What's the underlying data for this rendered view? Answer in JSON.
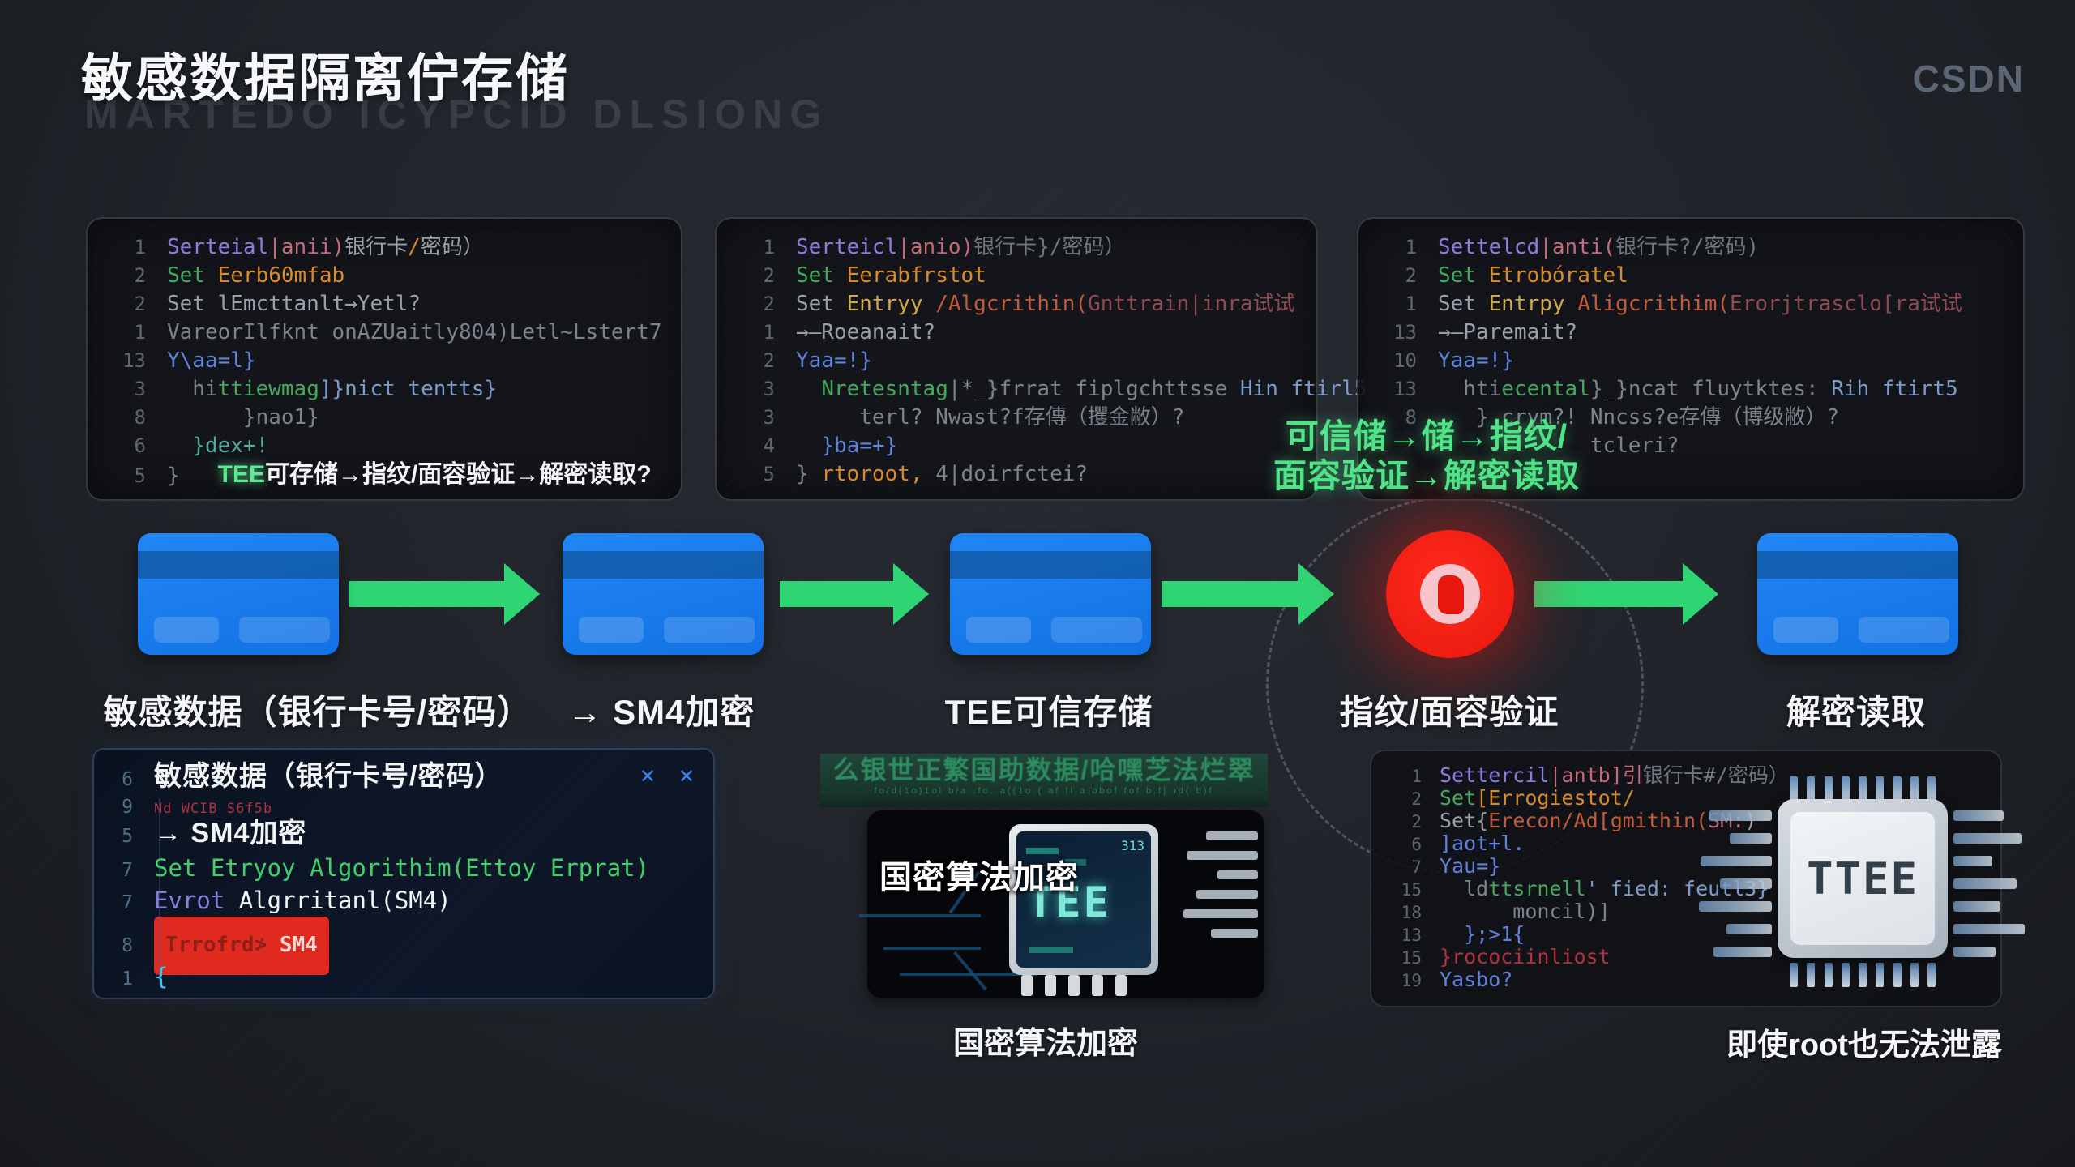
{
  "colors": {
    "accent_green": "#4fe387",
    "arrow": "#2fd573",
    "card": "#1b7df2",
    "card_stripe": "#0f5aa8",
    "alert_red": "#e8170d",
    "title": "#f5f7f9",
    "logo": "#5b6573"
  },
  "palette": {
    "purple": "#8b7de0",
    "pink": "#c56a7a",
    "gray": "#9aa1a9",
    "faint": "#6f767e",
    "dim": "#7c838b",
    "green": "#43a95c",
    "orange": "#d98a2b",
    "yellow": "#cfa84a",
    "redorange": "#c25b3a",
    "darkred": "#8d4a52",
    "blue": "#5f84d8",
    "steel": "#7d9cc9",
    "teal": "#4fae9a",
    "brightgreen": "#5ee993",
    "white": "#f2f4f6",
    "red": "#b03040",
    "cyan": "#3fc6ea",
    "codegreen": "#3fd06a",
    "maroon": "#8d1f16"
  },
  "header": {
    "title": "敏感数据隔离佇存储",
    "watermark": "MARTEDO ICYPCID DLSIONG",
    "logo": "CSDN"
  },
  "annotation": {
    "line1": "可信储→储→指纹/",
    "line2": "面容验证→解密读取"
  },
  "flow": {
    "steps": [
      "敏感数据（银行卡号/密码）",
      "→ SM4加密",
      "TEE可信存储",
      "指纹/面容验证",
      "解密读取"
    ]
  },
  "code_panels": {
    "p1": [
      {
        "n": "1",
        "s": [
          [
            "Serteial",
            "purple"
          ],
          [
            "|anii)",
            "pink"
          ],
          [
            "银行卡",
            "gray"
          ],
          [
            "/",
            "orange"
          ],
          [
            "密码）",
            "gray"
          ]
        ]
      },
      {
        "n": "2",
        "s": [
          [
            "Set ",
            "green"
          ],
          [
            "Eerb60mfab",
            "orange"
          ]
        ]
      },
      {
        "n": "2",
        "s": [
          [
            "Set lEmcttanlt→Yetl?",
            "gray"
          ]
        ]
      },
      {
        "n": "1",
        "s": [
          [
            "VareorIlfknt onAZUaitly804)Letl~Lstert7",
            "dim"
          ]
        ]
      },
      {
        "n": "13",
        "s": [
          [
            "Y\\aa=l}",
            "blue"
          ]
        ]
      },
      {
        "n": "3",
        "s": [
          [
            "  hi",
            "dim"
          ],
          [
            "ttiewmag",
            "green"
          ],
          [
            "]}nict tentts}",
            "steel"
          ]
        ]
      },
      {
        "n": "8",
        "s": [
          [
            "      }nao1}",
            "dim"
          ]
        ]
      },
      {
        "n": "6",
        "s": [
          [
            "  }dex+!",
            "teal"
          ]
        ]
      },
      {
        "n": "5",
        "s": [
          [
            "}   ",
            "dim"
          ],
          [
            "TEE",
            "brightgreen",
            "glow"
          ],
          [
            "可存储→指纹/面容验证→解密读取?",
            "white",
            "b2"
          ]
        ]
      }
    ],
    "p2": [
      {
        "n": "1",
        "s": [
          [
            "Serteicl",
            "purple"
          ],
          [
            "|anio)",
            "pink"
          ],
          [
            "银行卡}/密码）",
            "faint"
          ]
        ]
      },
      {
        "n": "2",
        "s": [
          [
            "Set ",
            "green"
          ],
          [
            "Eerabfrstot",
            "orange"
          ]
        ]
      },
      {
        "n": "2",
        "s": [
          [
            "Set ",
            "gray"
          ],
          [
            "Entryy ",
            "yellow"
          ],
          [
            "/Algcrithin(",
            "redorange"
          ],
          [
            "Gnttrain|inra试试",
            "darkred"
          ]
        ]
      },
      {
        "n": "1",
        "s": [
          [
            "→—Roeanait?",
            "gray"
          ]
        ]
      },
      {
        "n": "2",
        "s": [
          [
            "Yaa=!}",
            "blue"
          ]
        ]
      },
      {
        "n": "3",
        "s": [
          [
            "  ",
            "dim"
          ],
          [
            "Nretesntag",
            "green"
          ],
          [
            "|*_}frrat fiplgchttsse ",
            "dim"
          ],
          [
            "Hin ftirl5",
            "steel"
          ]
        ]
      },
      {
        "n": "3",
        "s": [
          [
            "     terl? Nwast?f存傳（攫金敝）?",
            "dim"
          ]
        ]
      },
      {
        "n": "4",
        "s": [
          [
            "  }ba=+}",
            "blue"
          ]
        ]
      },
      {
        "n": "5",
        "s": [
          [
            "} ",
            "dim"
          ],
          [
            "rtoroot,",
            "orange"
          ],
          [
            " 4|doirfctei?",
            "dim"
          ]
        ]
      }
    ],
    "p3": [
      {
        "n": "1",
        "s": [
          [
            "Settelcd",
            "purple"
          ],
          [
            "|anti(",
            "pink"
          ],
          [
            "银行卡?/密码)",
            "faint"
          ]
        ]
      },
      {
        "n": "2",
        "s": [
          [
            "Set ",
            "green"
          ],
          [
            "Etrobóratel",
            "orange"
          ]
        ]
      },
      {
        "n": "1",
        "s": [
          [
            "Set ",
            "gray"
          ],
          [
            "Entrpy ",
            "yellow"
          ],
          [
            "Aligcrithim(",
            "redorange"
          ],
          [
            "Erorjtrasclo[ra试试",
            "darkred"
          ]
        ]
      },
      {
        "n": "13",
        "s": [
          [
            "→—Paremait?",
            "gray"
          ]
        ]
      },
      {
        "n": "10",
        "s": [
          [
            "Yaa=!}",
            "blue"
          ]
        ]
      },
      {
        "n": "13",
        "s": [
          [
            "  hti",
            "dim"
          ],
          [
            "ecental",
            "green"
          ],
          [
            "}_}ncat fluytktes: ",
            "dim"
          ],
          [
            "Rih ftirt5",
            "steel"
          ]
        ]
      },
      {
        "n": "8",
        "s": [
          [
            "   } crym?! Nncss?e存傳（博级敝）?",
            "dim"
          ]
        ]
      },
      {
        "n": "",
        "s": [
          [
            "            tcleri?",
            "dim"
          ]
        ]
      }
    ]
  },
  "editor": {
    "close_glyph": "✕",
    "lines": [
      {
        "n": "6",
        "c": "rbig",
        "s": [
          [
            "敏感数据（银行卡号/密码）",
            "white",
            "bt"
          ]
        ]
      },
      {
        "n": "9",
        "c": "rsm",
        "s": [
          [
            "Nd WCIB S6f5b",
            "red",
            "sm"
          ]
        ]
      },
      {
        "n": "5",
        "c": "rbig",
        "s": [
          [
            "→ SM4加密",
            "white",
            "bt"
          ]
        ]
      },
      {
        "n": "7",
        "s": [
          [
            "Set Etryoy Algorithim(Ettoy Erprat)",
            "codegreen"
          ]
        ]
      },
      {
        "n": "7",
        "s": [
          [
            "Evrot ",
            "purple"
          ],
          [
            "Algrritanl(SM4)",
            "white"
          ]
        ]
      },
      {
        "n": "8",
        "c": "rbadge",
        "s": [
          [
            "Trrofrd≯ ",
            "maroon",
            "badge badge-l"
          ],
          [
            "SM4",
            "#ffd9d4",
            "badge badge-r"
          ]
        ]
      },
      {
        "n": "1",
        "s": [
          [
            "{",
            "cyan"
          ]
        ]
      }
    ]
  },
  "middle": {
    "banner": "么银世正繁国助数据/哈嘿芝法烂翠",
    "banner_marks": "fo/d(1o)1ol b/a .fo. a((1o.( af fl a.bbof fof b.f| )d( b)f",
    "overlay_label": "国密算法加密",
    "chip_text": "TEE",
    "chip_digits": "313",
    "caption": "国密算法加密"
  },
  "right": {
    "lines": [
      {
        "n": "1",
        "s": [
          [
            "Settercil",
            "purple"
          ],
          [
            "|antb]引",
            "pink"
          ],
          [
            "银行卡#/密码）",
            "faint"
          ]
        ]
      },
      {
        "n": "2",
        "s": [
          [
            "Set",
            "green"
          ],
          [
            "[Errogiestot/",
            "orange"
          ]
        ]
      },
      {
        "n": "2",
        "s": [
          [
            "Set{",
            "gray"
          ],
          [
            "Erecon/Ad[gmithin(",
            "redorange"
          ],
          [
            "SM:",
            "pink"
          ],
          [
            ")",
            "gray"
          ]
        ]
      },
      {
        "n": "6",
        "s": [
          [
            "]aot+l.",
            "blue"
          ]
        ]
      },
      {
        "n": "7",
        "s": [
          [
            "Yau=}",
            "blue"
          ]
        ]
      },
      {
        "n": "15",
        "s": [
          [
            "  ld",
            "dim"
          ],
          [
            "ttsrnell",
            "green"
          ],
          [
            "' fied: feutl3}",
            "steel"
          ]
        ]
      },
      {
        "n": "18",
        "s": [
          [
            "      moncil)]",
            "dim"
          ]
        ]
      },
      {
        "n": "13",
        "s": [
          [
            "  };>1{",
            "blue"
          ]
        ]
      },
      {
        "n": "15",
        "s": [
          [
            "}rocociinliost",
            "red"
          ]
        ]
      },
      {
        "n": "19",
        "s": [
          [
            "Yasbo?",
            "blue"
          ]
        ]
      }
    ],
    "chip_text": "TTEE",
    "caption": "即使root也无法泄露"
  }
}
